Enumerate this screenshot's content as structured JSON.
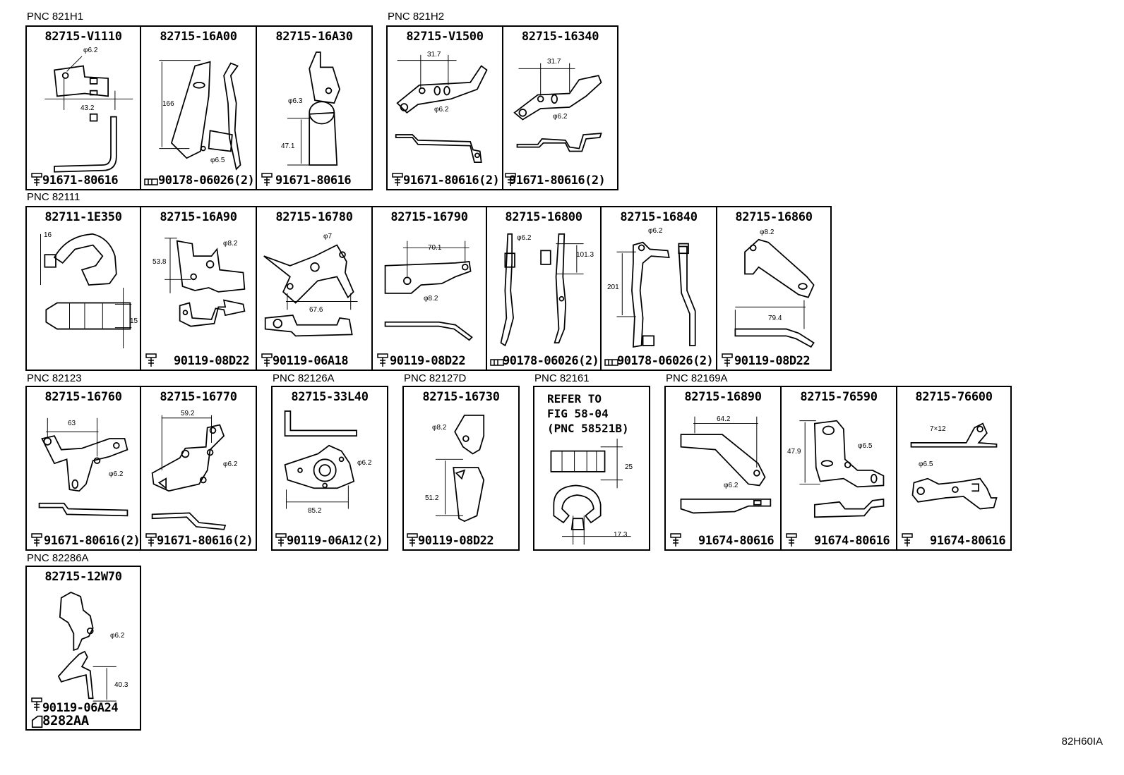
{
  "groups": [
    {
      "label": "PNC 821H1",
      "cells": [
        {
          "part": "82715-V1110",
          "fastener": "91671-80616",
          "dims": [
            "φ6.2",
            "43.2"
          ]
        },
        {
          "part": "82715-16A00",
          "fastener": "90178-06026(2)",
          "dims": [
            "166",
            "φ6.5"
          ]
        },
        {
          "part": "82715-16A30",
          "fastener": "91671-80616",
          "dims": [
            "φ6.3",
            "47.1"
          ]
        }
      ]
    },
    {
      "label": "PNC 821H2",
      "cells": [
        {
          "part": "82715-V1500",
          "fastener": "91671-80616(2)",
          "dims": [
            "31.7",
            "φ6.2"
          ]
        },
        {
          "part": "82715-16340",
          "fastener": "91671-80616(2)",
          "dims": [
            "31.7",
            "φ6.2"
          ]
        }
      ]
    },
    {
      "label": "PNC 82111",
      "cells": [
        {
          "part": "82711-1E350",
          "fastener": "",
          "dims": [
            "16",
            "15"
          ]
        },
        {
          "part": "82715-16A90",
          "fastener": "90119-08D22",
          "dims": [
            "φ8.2",
            "53.8"
          ]
        },
        {
          "part": "82715-16780",
          "fastener": "90119-06A18",
          "dims": [
            "φ7",
            "67.6"
          ]
        },
        {
          "part": "82715-16790",
          "fastener": "90119-08D22",
          "dims": [
            "70.1",
            "φ8.2"
          ]
        },
        {
          "part": "82715-16800",
          "fastener": "90178-06026(2)",
          "dims": [
            "φ6.2",
            "101.3"
          ]
        },
        {
          "part": "82715-16840",
          "fastener": "90178-06026(2)",
          "dims": [
            "φ6.2",
            "201"
          ]
        },
        {
          "part": "82715-16860",
          "fastener": "90119-08D22",
          "dims": [
            "φ8.2",
            "79.4"
          ]
        }
      ]
    },
    {
      "label": "PNC 82123",
      "cells": [
        {
          "part": "82715-16760",
          "fastener": "91671-80616(2)",
          "dims": [
            "63",
            "φ6.2"
          ]
        },
        {
          "part": "82715-16770",
          "fastener": "91671-80616(2)",
          "dims": [
            "59.2",
            "φ6.2"
          ]
        }
      ]
    },
    {
      "label": "PNC 82126A",
      "cells": [
        {
          "part": "82715-33L40",
          "fastener": "90119-06A12(2)",
          "dims": [
            "φ6.2",
            "85.2"
          ]
        }
      ]
    },
    {
      "label": "PNC 82127D",
      "cells": [
        {
          "part": "82715-16730",
          "fastener": "90119-08D22",
          "dims": [
            "φ8.2",
            "51.2"
          ]
        }
      ]
    },
    {
      "label": "PNC 82161",
      "cells": [
        {
          "refer": [
            "REFER TO",
            "FIG 58-04",
            "(PNC 58521B)"
          ],
          "dims": [
            "25",
            "17.3"
          ]
        }
      ]
    },
    {
      "label": "PNC 82169A",
      "cells": [
        {
          "part": "82715-16890",
          "fastener": "91674-80616",
          "dims": [
            "64.2",
            "φ6.2"
          ]
        },
        {
          "part": "82715-76590",
          "fastener": "91674-80616",
          "dims": [
            "47.9",
            "φ6.5"
          ]
        },
        {
          "part": "82715-76600",
          "fastener": "91674-80616",
          "dims": [
            "7×12",
            "φ6.5"
          ]
        }
      ]
    },
    {
      "label": "PNC 82286A",
      "cells": [
        {
          "part": "82715-12W70",
          "fastener": "90119-06A24",
          "fastener2": "8282AA",
          "dims": [
            "φ6.2",
            "40.3"
          ]
        }
      ]
    }
  ],
  "figure_ref": "82H60IA"
}
